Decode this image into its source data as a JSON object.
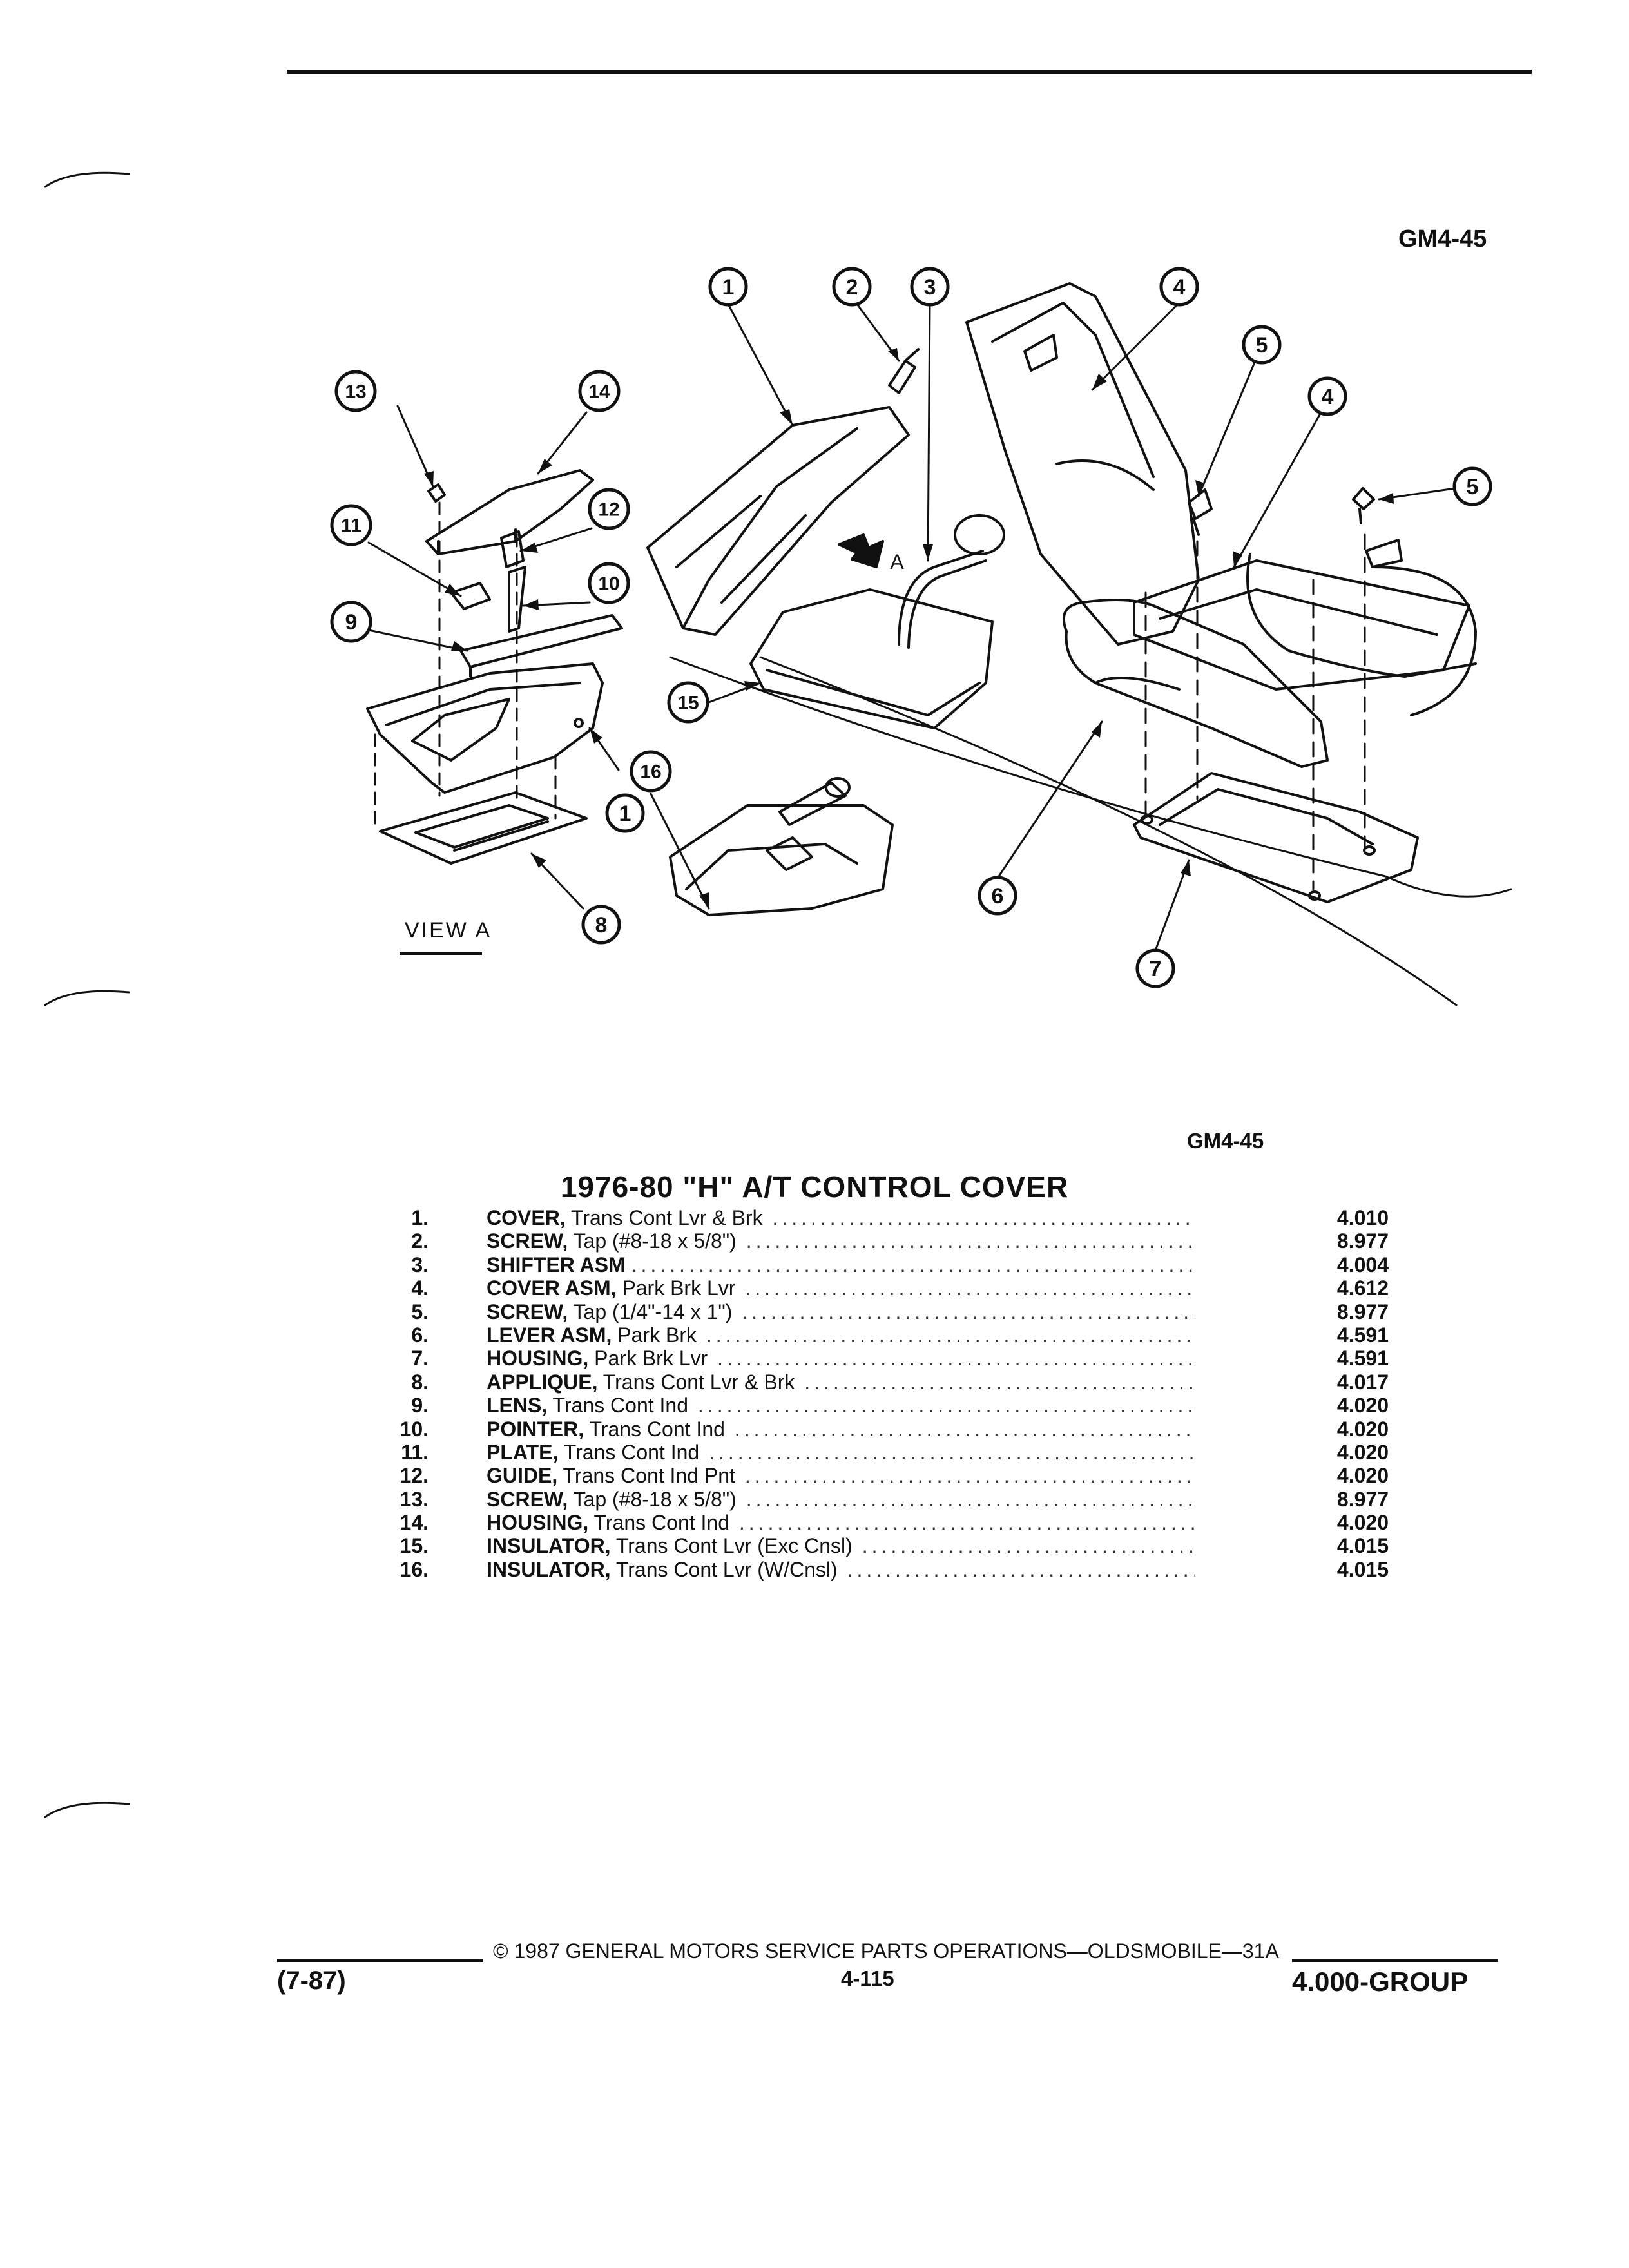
{
  "figure_id_top": "GM4-45",
  "figure_id_bottom": "GM4-45",
  "view_label": "VIEW A",
  "view_arrow_label": "A",
  "callouts": {
    "c1a": "1",
    "c2": "2",
    "c3": "3",
    "c4a": "4",
    "c5a": "5",
    "c4b": "4",
    "c5b": "5",
    "c13": "13",
    "c14": "14",
    "c11": "11",
    "c12": "12",
    "c10": "10",
    "c9": "9",
    "c15": "15",
    "c16": "16",
    "c1b": "1",
    "c8": "8",
    "c6": "6",
    "c7": "7"
  },
  "title": "1976-80 \"H\" A/T CONTROL COVER",
  "parts": [
    {
      "num": "1.",
      "name": "COVER,",
      "desc": "Trans Cont Lvr & Brk",
      "group": "4.010"
    },
    {
      "num": "2.",
      "name": "SCREW,",
      "desc": "Tap (#8-18 x 5/8\")",
      "group": "8.977"
    },
    {
      "num": "3.",
      "name": "SHIFTER ASM",
      "desc": "",
      "group": "4.004"
    },
    {
      "num": "4.",
      "name": "COVER ASM,",
      "desc": "Park Brk Lvr",
      "group": "4.612"
    },
    {
      "num": "5.",
      "name": "SCREW,",
      "desc": "Tap (1/4\"-14 x 1\")",
      "group": "8.977"
    },
    {
      "num": "6.",
      "name": "LEVER ASM,",
      "desc": "Park Brk",
      "group": "4.591"
    },
    {
      "num": "7.",
      "name": "HOUSING,",
      "desc": "Park Brk Lvr",
      "group": "4.591"
    },
    {
      "num": "8.",
      "name": "APPLIQUE,",
      "desc": "Trans Cont Lvr & Brk",
      "group": "4.017"
    },
    {
      "num": "9.",
      "name": "LENS,",
      "desc": "Trans Cont Ind",
      "group": "4.020"
    },
    {
      "num": "10.",
      "name": "POINTER,",
      "desc": "Trans Cont Ind",
      "group": "4.020"
    },
    {
      "num": "11.",
      "name": "PLATE,",
      "desc": "Trans Cont Ind",
      "group": "4.020"
    },
    {
      "num": "12.",
      "name": "GUIDE,",
      "desc": "Trans Cont Ind Pnt",
      "group": "4.020"
    },
    {
      "num": "13.",
      "name": "SCREW,",
      "desc": "Tap (#8-18 x 5/8\")",
      "group": "8.977"
    },
    {
      "num": "14.",
      "name": "HOUSING,",
      "desc": "Trans Cont Ind",
      "group": "4.020"
    },
    {
      "num": "15.",
      "name": "INSULATOR,",
      "desc": "Trans Cont Lvr (Exc Cnsl)",
      "group": "4.015"
    },
    {
      "num": "16.",
      "name": "INSULATOR,",
      "desc": "Trans Cont Lvr (W/Cnsl)",
      "group": "4.015"
    }
  ],
  "footer": {
    "date": "(7-87)",
    "copyright": "© 1987 GENERAL MOTORS SERVICE PARTS OPERATIONS—OLDSMOBILE—31A",
    "page": "4-115",
    "group": "4.000-GROUP"
  }
}
